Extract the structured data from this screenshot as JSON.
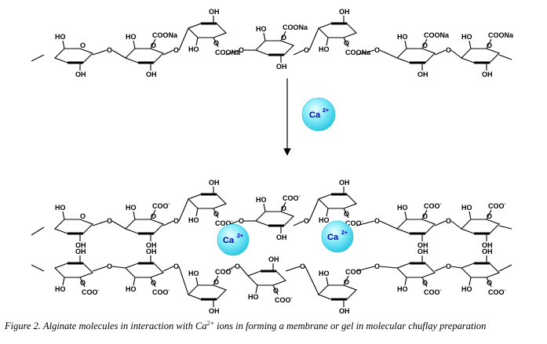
{
  "top_chain": {
    "labels": {
      "ho": "HO",
      "oh": "OH",
      "o": "O",
      "coona": "COONa"
    }
  },
  "reaction": {
    "ion": "Ca",
    "ion_charge": "2+"
  },
  "bottom_chains": {
    "labels": {
      "ho": "HO",
      "oh": "OH",
      "o": "O",
      "coo": "COO",
      "minus": "-"
    },
    "ions": [
      {
        "label": "Ca",
        "charge": "2+"
      },
      {
        "label": "Ca",
        "charge": "2+"
      }
    ]
  },
  "caption": {
    "prefix": "Figure 2.",
    "text_before_ion": " Alginate molecules in interaction with Ca",
    "ion_sup": "2+",
    "text_after_ion": " ions in forming a membrane or gel in molecular chuflay preparation"
  },
  "colors": {
    "ion_fill": "#7fe8f8",
    "ion_text": "#0000b0"
  }
}
